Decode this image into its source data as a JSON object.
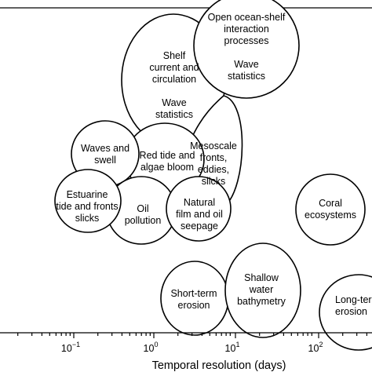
{
  "axis": {
    "xlabel": "Temporal resolution (days)",
    "ticks": [
      {
        "base": "10",
        "exp": "−1"
      },
      {
        "base": "10",
        "exp": "0"
      },
      {
        "base": "10",
        "exp": "1"
      },
      {
        "base": "10",
        "exp": "2"
      }
    ]
  },
  "regions": {
    "open_ocean": [
      "Open ocean-shelf",
      "interaction",
      "processes",
      "",
      "Wave",
      "statistics"
    ],
    "shelf": [
      "Shelf",
      "current and",
      "circulation",
      "",
      "Wave",
      "statistics"
    ],
    "mesoscale": [
      "Mesoscale",
      "fronts,",
      "eddies,",
      "slicks"
    ],
    "waves_swell": [
      "Waves and",
      "swell"
    ],
    "red_tide": [
      "Red tide and",
      "algae bloom"
    ],
    "estuarine": [
      "Estuarine",
      "tide and fronts",
      "slicks"
    ],
    "oil_pollution": [
      "Oil",
      "pollution"
    ],
    "natural_film": [
      "Natural",
      "film and oil",
      "seepage"
    ],
    "coral": [
      "Coral",
      "ecosystems"
    ],
    "short_term": [
      "Short-term",
      "erosion"
    ],
    "shallow_water": [
      "Shallow",
      "water",
      "bathymetry"
    ],
    "long_term": [
      "Long-term",
      "erosion"
    ]
  }
}
